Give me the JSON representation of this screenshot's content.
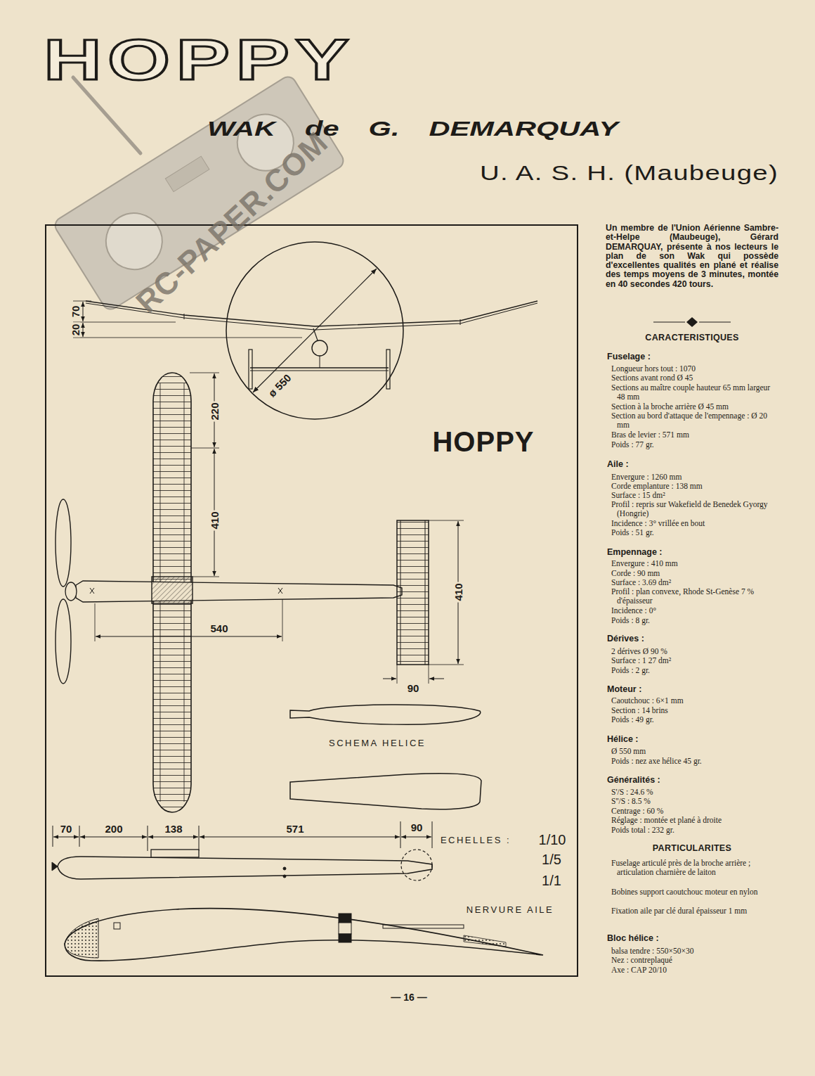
{
  "diagram": {
    "title": "HOPPY",
    "labels": [
      "WAK de G. DEMARQUAY",
      "U. A. S. H. (Maubeuge)",
      "RC-PAPER.COM",
      "70",
      "20",
      "ø 550",
      "220",
      "410",
      "HOPPY",
      "410",
      "540",
      "90",
      "SCHEMA HELICE",
      "70",
      "200",
      "138",
      "571",
      "90",
      "ECHELLES :",
      "1/10",
      "1/5",
      "1/1",
      "NERVURE AILE",
      "Un membre de l'Union Aérienne Sambre-et-Helpe (Maubeuge), Gérard DEMARQUAY, présente à nos lecteurs le plan de son Wak qui possède d'excellentes qualités en plané et réalise des temps moyens de 3 minutes, montée en 40 secondes 420 tours.",
      "CARACTERISTIQUES",
      "Fuselage :",
      "Longueur hors tout : 1070",
      "Sections avant rond Ø 45",
      "Sections au maître couple hauteur 65 mm largeur 48 mm",
      "Section à la broche arrière Ø 45 mm",
      "Section au bord d'attaque de l'empennage : Ø 20 mm",
      "Bras de levier : 571 mm",
      "Poids : 77 gr.",
      "Aile :",
      "Envergure : 1260 mm",
      "Corde emplanture : 138 mm",
      "Surface : 15 dm²",
      "Profil : repris sur Wakefield de Benedek Gyorgy (Hongrie)",
      "Incidence : 3° vrillée en bout",
      "Poids : 51 gr.",
      "Empennage :",
      "Envergure : 410 mm",
      "Corde : 90 mm",
      "Surface : 3.69 dm²",
      "Profil : plan convexe, Rhode St-Genèse 7 % d'épaisseur",
      "Incidence : 0°",
      "Poids : 8 gr.",
      "Dérives :",
      "2 dérives Ø 90 %",
      "Surface : 1 27 dm²",
      "Poids : 2 gr.",
      "Moteur :",
      "Caoutchouc : 6×1 mm",
      "Section : 14 brins",
      "Poids : 49 gr.",
      "Hélice :",
      "Ø 550 mm",
      "Poids : nez axe hélice 45 gr.",
      "Généralités :",
      "S'/S : 24.6 %",
      "S''/S : 8.5 %",
      "Centrage : 60 %",
      "Réglage : montée et plané à droite",
      "Poids total : 232 gr.",
      "PARTICULARITES",
      "Fuselage articulé près de la broche arrière ; articulation charnière de laiton",
      "Bobines support caoutchouc moteur en nylon",
      "Fixation aile par clé dural épaisseur 1 mm",
      "Bloc hélice :",
      "balsa tendre : 550×50×30",
      "Nez : contreplaqué",
      "Axe : CAP 20/10",
      "— 16 —"
    ]
  }
}
